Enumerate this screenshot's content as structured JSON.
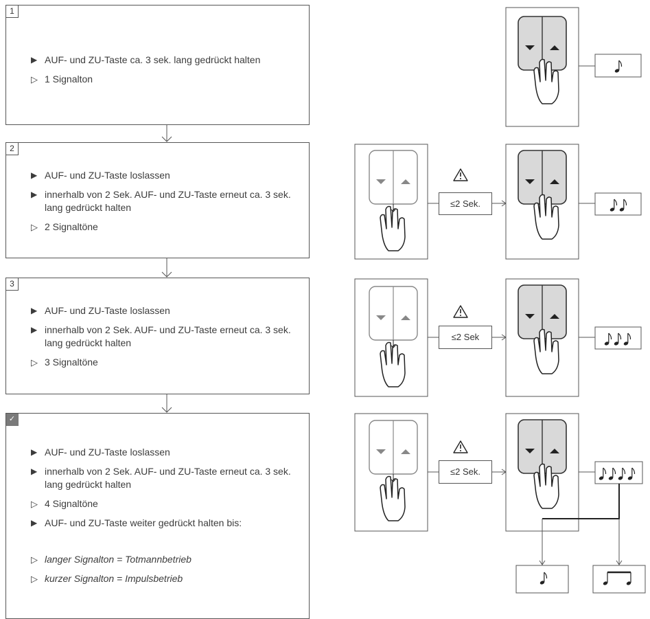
{
  "steps": [
    {
      "badge": "1",
      "items": [
        {
          "kind": "action",
          "text": "AUF- und ZU-Taste ca. 3 sek. lang gedrückt halten"
        },
        {
          "kind": "result",
          "text": "1 Signalton"
        }
      ]
    },
    {
      "badge": "2",
      "items": [
        {
          "kind": "action",
          "text": "AUF- und ZU-Taste loslassen"
        },
        {
          "kind": "action",
          "text": "innerhalb von 2 Sek. AUF- und ZU-Taste erneut ca. 3 sek. lang gedrückt halten"
        },
        {
          "kind": "result",
          "text": "2 Signaltöne"
        }
      ]
    },
    {
      "badge": "3",
      "items": [
        {
          "kind": "action",
          "text": "AUF- und ZU-Taste loslassen"
        },
        {
          "kind": "action",
          "text": "innerhalb von 2 Sek. AUF- und ZU-Taste erneut ca. 3 sek. lang gedrückt halten"
        },
        {
          "kind": "result",
          "text": "3 Signaltöne"
        }
      ]
    },
    {
      "badge": "✓",
      "items": [
        {
          "kind": "action",
          "text": "AUF- und ZU-Taste loslassen"
        },
        {
          "kind": "action",
          "text": "innerhalb von 2 Sek. AUF- und ZU-Taste erneut ca. 3 sek. lang gedrückt halten"
        },
        {
          "kind": "result",
          "text": "4 Signaltöne"
        },
        {
          "kind": "action",
          "text": "AUF- und ZU-Taste weiter gedrückt halten bis:"
        },
        {
          "kind": "result",
          "text": "langer Signalton = Totmannbetrieb",
          "italic": true
        },
        {
          "kind": "result",
          "text": "kurzer Signalton = Impulsbetrieb",
          "italic": true
        }
      ]
    }
  ],
  "timing": [
    "≤2 Sek.",
    "≤2 Sek",
    "≤2 Sek."
  ],
  "markers": {
    "action": "▶",
    "result": "▷"
  },
  "icons": {
    "warning": "warning-triangle-icon",
    "note": "music-note-icon",
    "hand": "hand-press-icon"
  },
  "colors": {
    "line": "#555555",
    "pressed": "#d9d9d9",
    "badge_check": "#7a7a7a"
  }
}
